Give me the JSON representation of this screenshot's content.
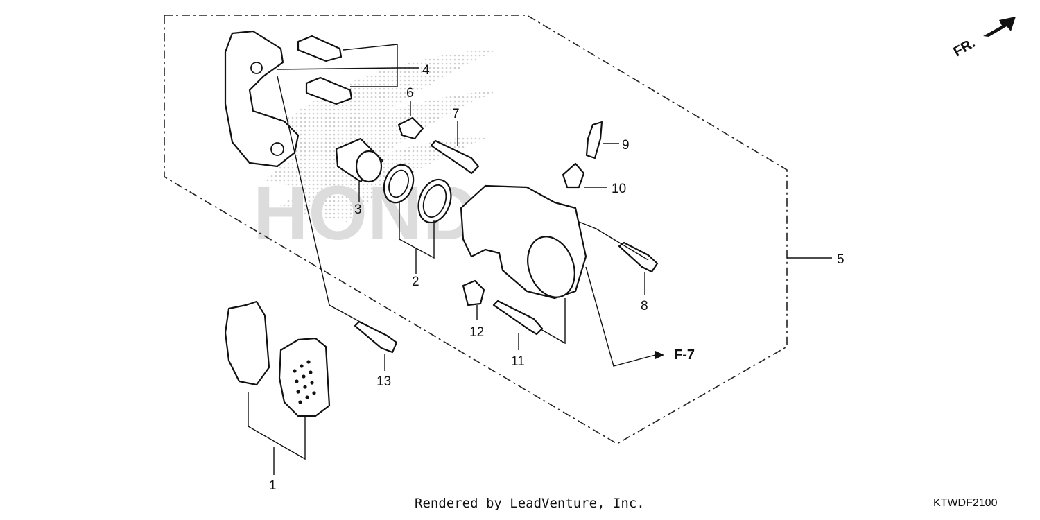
{
  "callouts": {
    "c1": "1",
    "c2": "2",
    "c3": "3",
    "c4": "4",
    "c5": "5",
    "c6": "6",
    "c7": "7",
    "c8": "8",
    "c9": "9",
    "c10": "10",
    "c11": "11",
    "c12": "12",
    "c13": "13"
  },
  "reference": "F-7",
  "direction_label": "FR.",
  "watermark": "HONDA",
  "footer": {
    "credit": "Rendered by LeadVenture, Inc.",
    "code": "KTWDF2100"
  }
}
